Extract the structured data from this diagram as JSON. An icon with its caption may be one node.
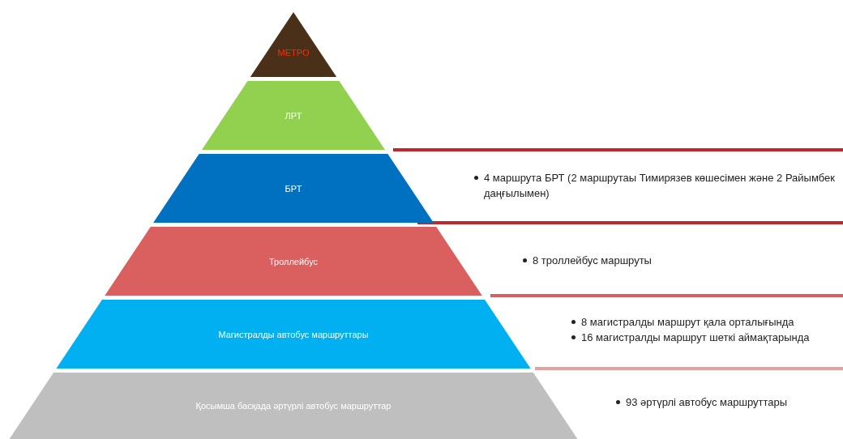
{
  "diagram": {
    "nodes": [
      {
        "text": [
          "МЕТРО"
        ]
      },
      {
        "text": [
          "ЛРТ"
        ]
      },
      {
        "text": [
          "БРТ"
        ]
      },
      {
        "text": [
          "Троллейбус"
        ]
      },
      {
        "text": [
          "Магистралды автобус маршруттары"
        ]
      },
      {
        "text": [
          "Қосымша басқада әртүрлі автобус маршруттар"
        ]
      }
    ],
    "labels": [
      "4 маршрута БРТ (2 маршрутаы Тимирязев көшесімен және  2 Райымбек даңғылымен)",
      "8 троллейбус   маршруты",
      "8 магистралды маршрут қала орталығында",
      "16 магистралды маршрут шеткі аймақтарында",
      "93 әртүрлі автобус  маршруттары"
    ]
  }
}
